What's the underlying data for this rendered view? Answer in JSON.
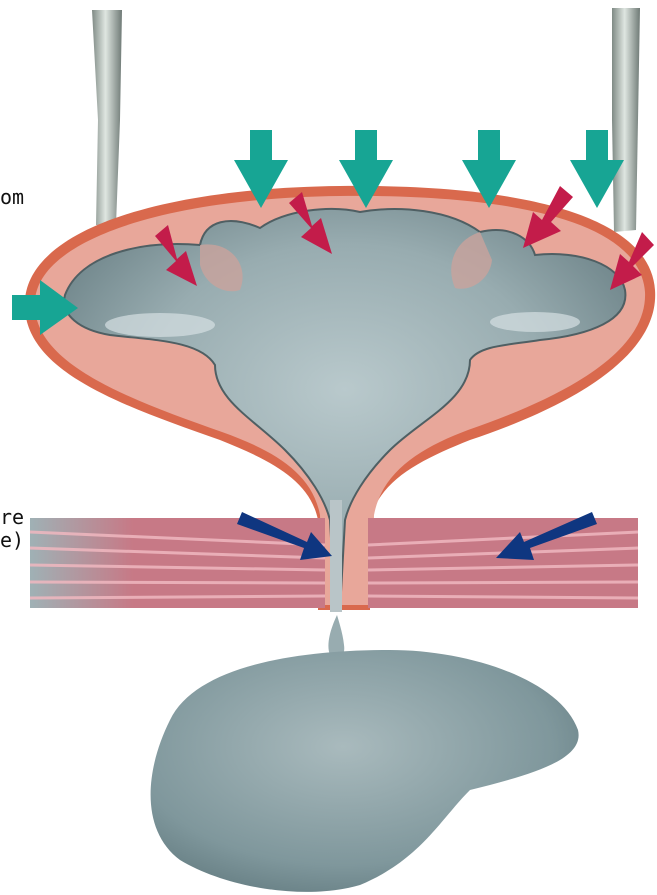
{
  "labels": {
    "top_fragment": "om",
    "sphincter_fragment_1": "re",
    "sphincter_fragment_2": "e)"
  },
  "colors": {
    "teal_arrow": "#17a594",
    "crimson_arrow": "#c31c4a",
    "navy_arrow": "#0f3680",
    "bladder_wall": "#e8a79a",
    "bladder_outer": "#d9694d",
    "urine": "#8fa3a8",
    "muscle": "#c76b7a",
    "puddle": "#7f999f"
  },
  "icons": {
    "teal": "down-arrow-icon",
    "crimson": "diagonal-arrow-icon",
    "navy": "diagonal-arrow-icon"
  }
}
